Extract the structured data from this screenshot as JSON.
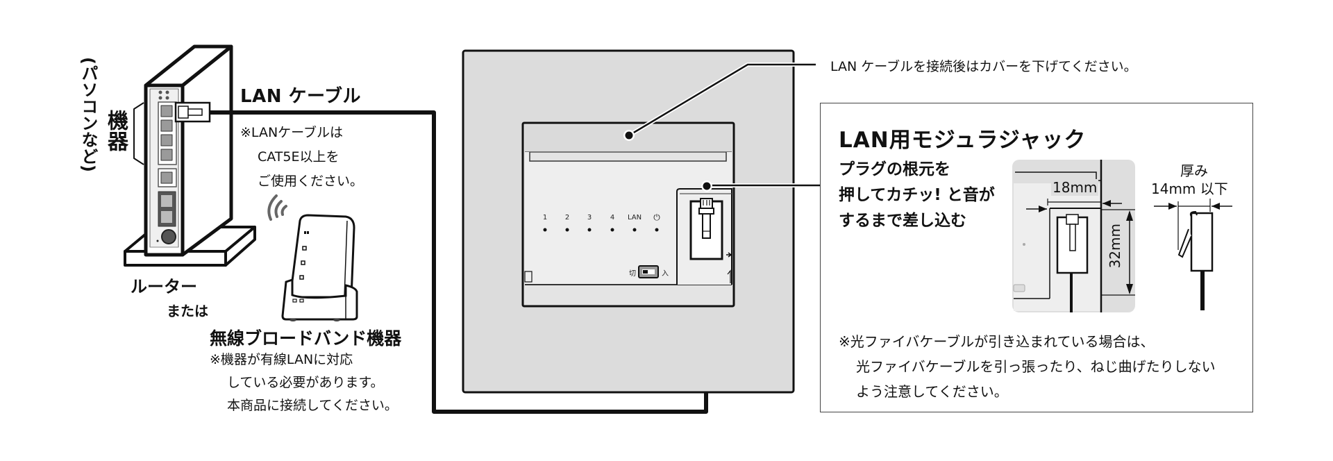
{
  "diagram": {
    "title": "LAN connection diagram",
    "colors": {
      "line": "#111111",
      "plate_fill": "#dcdcdc",
      "device_panel": "#eeeeee",
      "detail_bg": "#dedede",
      "router_port_gray": "#9a9a9a",
      "wifi_arc": "#666666"
    }
  },
  "left_side": {
    "device_vertical_paren": "(パソコンなど)",
    "device_label": "機器",
    "router_label": "ルーター",
    "or_label": "または",
    "lan_cable": {
      "title": "LAN ケーブル",
      "note_lines": [
        "※LANケーブルは",
        "CAT5E以上を",
        "ご使用ください。"
      ]
    },
    "wireless": {
      "title": "無線ブロードバンド機器",
      "note_lines": [
        "※機器が有線LANに対応",
        "している必要があります。",
        "本商品に接続してください。"
      ]
    }
  },
  "wall_unit": {
    "callout_cover": "LAN ケーブルを接続後はカバーを下げてください。",
    "leds": [
      {
        "label": "1"
      },
      {
        "label": "2"
      },
      {
        "label": "3"
      },
      {
        "label": "4"
      },
      {
        "label": "LAN"
      },
      {
        "label": "⏻"
      }
    ],
    "switch": {
      "off_label": "切",
      "on_label": "入"
    }
  },
  "info_box": {
    "title": "LAN用モジュラジャック",
    "instruction_lines": [
      "プラグの根元を",
      "押してカチッ! と音が",
      "するまで差し込む"
    ],
    "dimensions": {
      "width_label": "18mm",
      "height_label": "32mm",
      "thickness_heading": "厚み",
      "thickness_label": "14mm 以下"
    },
    "fiber_note_lines": [
      "※光ファイバケーブルが引き込まれている場合は、",
      "光ファイバケーブルを引っ張ったり、ねじ曲げたりしない",
      "よう注意してください。"
    ]
  }
}
